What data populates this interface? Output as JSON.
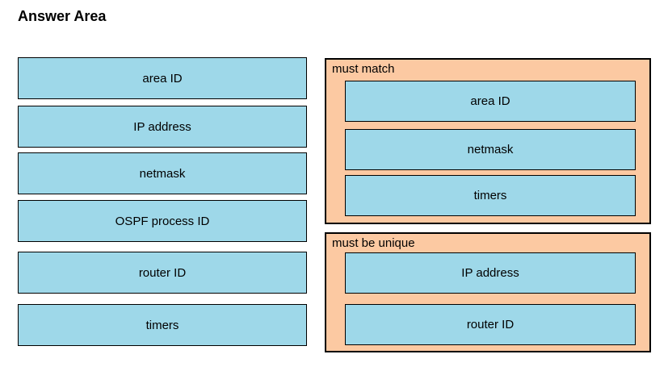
{
  "title": "Answer Area",
  "colors": {
    "item_fill": "#9ed8e9",
    "panel_fill": "#fcc9a2",
    "stroke": "#000000"
  },
  "source_items": [
    "area ID",
    "IP address",
    "netmask",
    "OSPF process ID",
    "router ID",
    "timers"
  ],
  "targets": [
    {
      "label": "must match",
      "items": [
        "area ID",
        "netmask",
        "timers"
      ]
    },
    {
      "label": "must be unique",
      "items": [
        "IP address",
        "router ID"
      ]
    }
  ]
}
